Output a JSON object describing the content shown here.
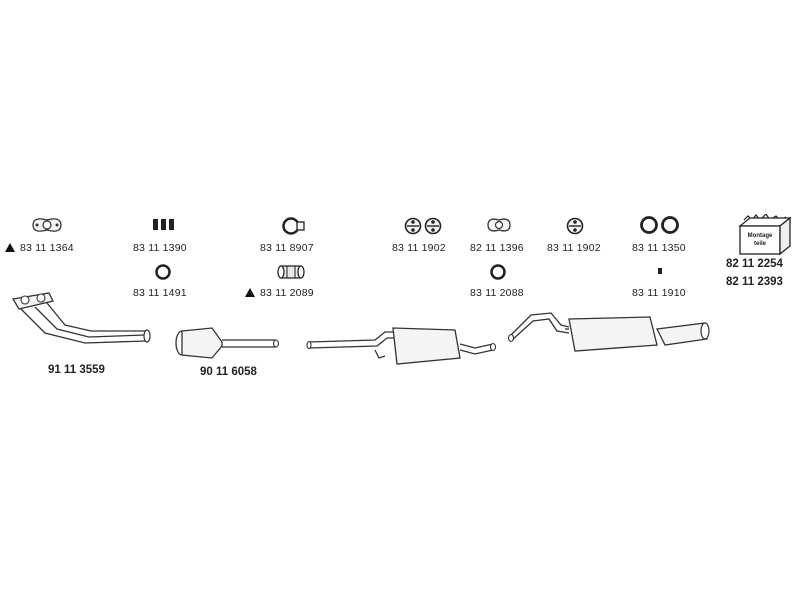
{
  "part_numbers": {
    "flange_gasket": "83 11 1364",
    "clamp_set": "83 11 1390",
    "ring_small": "83 11 1491",
    "clamp_ring": "83 11 8907",
    "pipe_clamp": "83 11 2089",
    "hanger_pair_1": "83 11 1902",
    "flange_gasket_2": "82 11 1396",
    "ring_2": "83 11 2088",
    "hanger_single": "83 11 1902",
    "ring_pair": "83 11 1350",
    "bolt": "83 11 1910",
    "mounting_kit_1": "82 11 2254",
    "mounting_kit_2": "82 11 2393",
    "front_pipe": "91 11 3559",
    "catalytic_converter": "90 11 6058"
  },
  "kit_box_text": "Montage\nteile",
  "colors": {
    "line": "#333333",
    "fill": "#f4f4f4",
    "text": "#222222"
  },
  "icons": [
    "flange-gasket-icon",
    "clamp-set-icon",
    "ring-icon",
    "clamp-ring-icon",
    "pipe-clamp-icon",
    "hanger-icon",
    "bolt-icon",
    "mounting-kit-box-icon",
    "warning-triangle-icon"
  ]
}
